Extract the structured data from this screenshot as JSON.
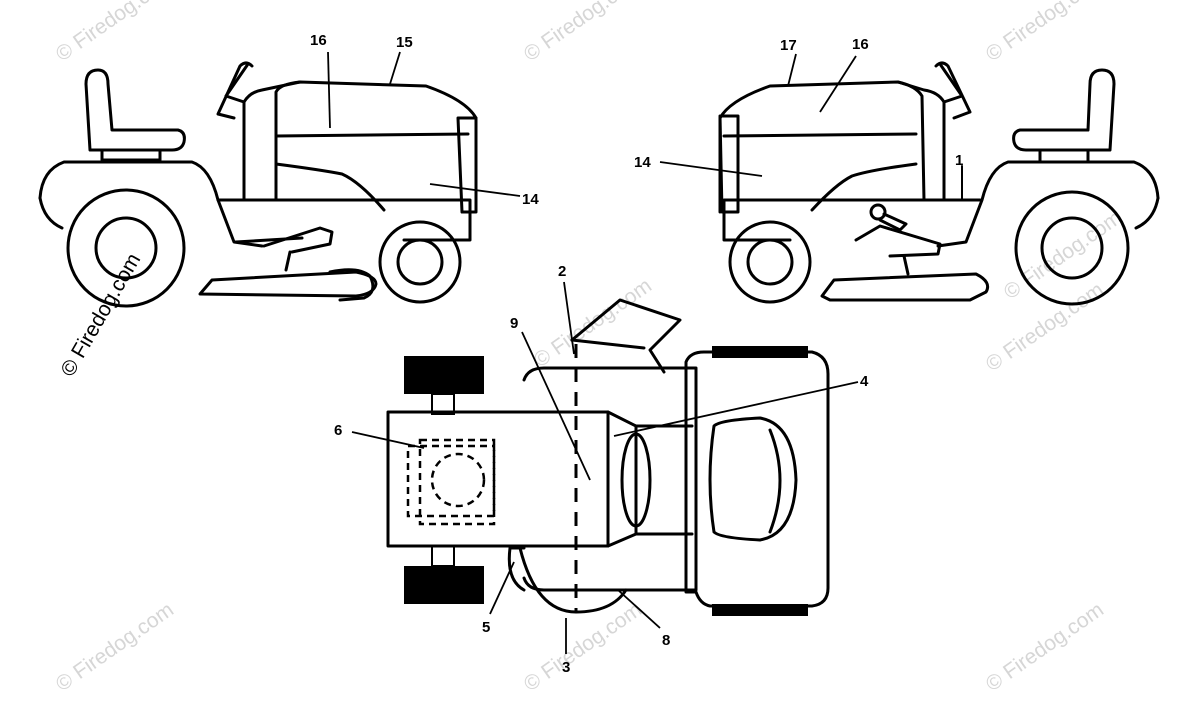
{
  "watermark": "© Firedog.com",
  "callouts": {
    "left_16": "16",
    "left_15": "15",
    "left_14": "14",
    "right_17": "17",
    "right_16": "16",
    "right_14": "14",
    "right_1": "1",
    "top_2": "2",
    "top_9": "9",
    "top_4": "4",
    "top_6": "6",
    "top_5": "5",
    "top_8": "8",
    "top_3": "3"
  },
  "colors": {
    "line": "#000000",
    "watermark": "#d6d6d6",
    "background": "#ffffff"
  }
}
